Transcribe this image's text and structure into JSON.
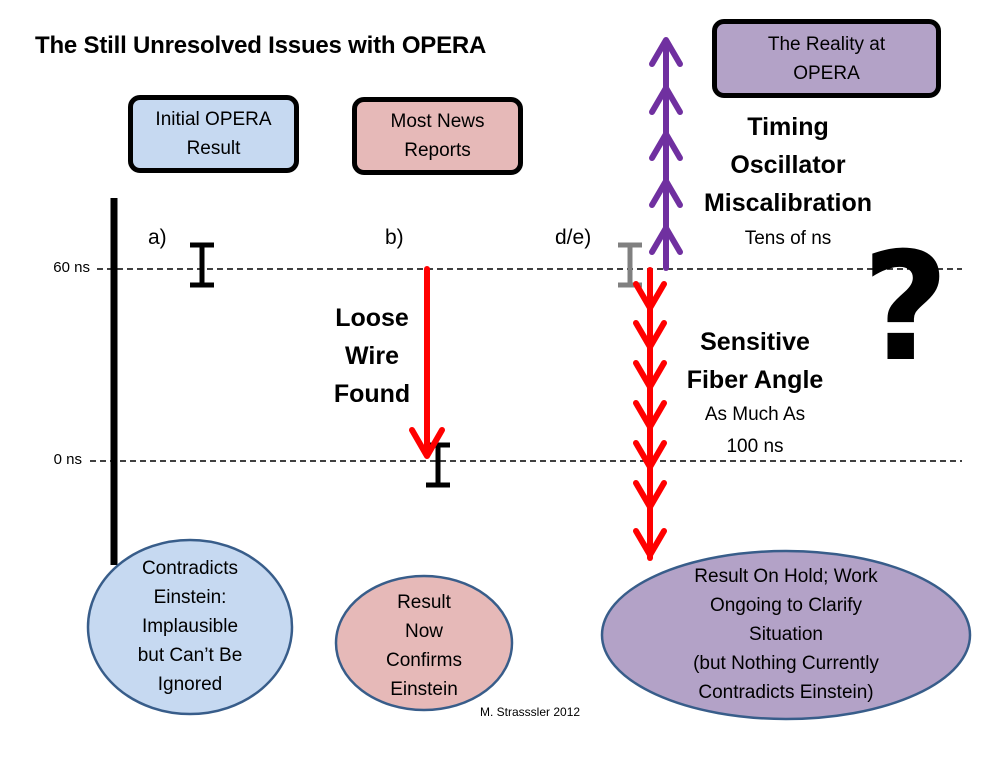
{
  "title": "The Still Unresolved Issues with OPERA",
  "headers": {
    "initial": "Initial OPERA Result",
    "news": "Most News Reports",
    "reality": "The Reality at OPERA"
  },
  "axis": {
    "tick_60": "60 ns",
    "tick_0": "0 ns"
  },
  "columns": {
    "a": "a)",
    "b": "b)",
    "de": "d/e)"
  },
  "annotations": {
    "loose_wire": [
      "Loose",
      "Wire",
      "Found"
    ],
    "timing": [
      "Timing",
      "Oscillator",
      "Miscalibration"
    ],
    "timing_sub": "Tens of ns",
    "fiber": [
      "Sensitive",
      "Fiber Angle"
    ],
    "fiber_sub": [
      "As Much As",
      "100 ns"
    ],
    "unknown": "?"
  },
  "outcomes": {
    "initial": [
      "Contradicts",
      "Einstein:",
      "Implausible",
      "but Can’t Be",
      "Ignored"
    ],
    "news": [
      "Result",
      "Now",
      "Confirms",
      "Einstein"
    ],
    "reality": [
      "Result On Hold; Work",
      "Ongoing  to Clarify",
      "Situation",
      "(but Nothing Currently",
      "Contradicts Einstein)"
    ]
  },
  "credit": "M. Strasssler 2012",
  "colors": {
    "blue_fill": "#c6d9f1",
    "pink_fill": "#e6b9b8",
    "purple_fill": "#b3a2c7",
    "ellipse_stroke": "#385d8a",
    "red_arrow": "#ff0000",
    "purple_arrow": "#7030a0",
    "gray_errorbar": "#808080"
  },
  "values": {
    "a_measurement_ns": 60,
    "b_measurement_ns": 0,
    "de_measurement_ns": 60,
    "timing_shift": "Tens of ns",
    "fiber_shift": "As Much As 100 ns"
  }
}
